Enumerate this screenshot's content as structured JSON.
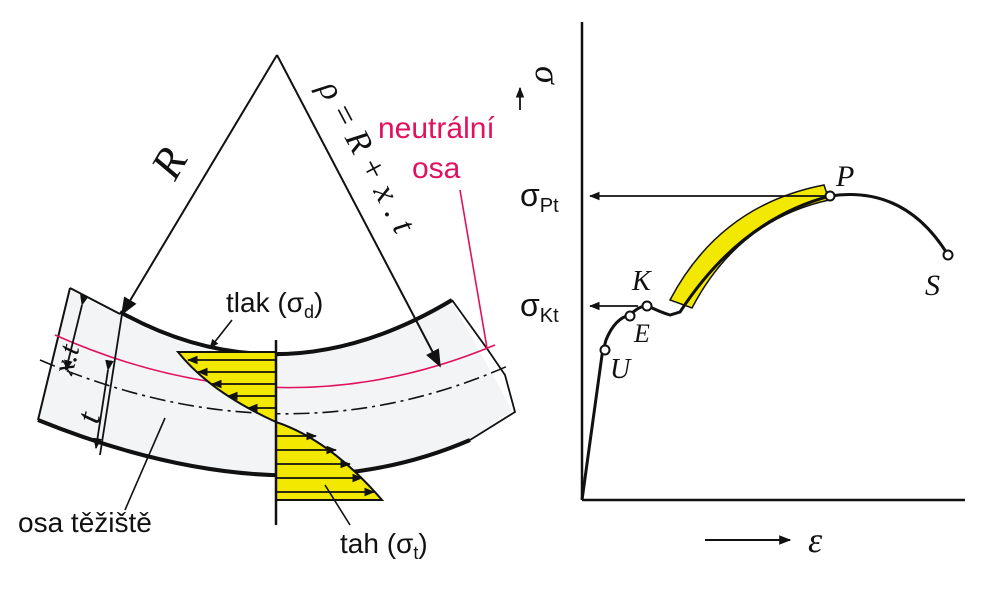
{
  "colors": {
    "ink": "#111111",
    "stress_fill": "#f3e800",
    "neutral_axis": "#e0115f",
    "band": "#f3e800"
  },
  "bending": {
    "radius_label": "R",
    "rho_label": "ρ = R + x . t",
    "neutral_axis_label_1": "neutrální",
    "neutral_axis_label_2": "osa",
    "compression_label": "tlak (σ",
    "compression_sub": "d",
    "tension_label": "tah (σ",
    "tension_sub": "t",
    "xt_label": "x.t",
    "t_label": "t",
    "centroid_axis_label": "osa těžiště"
  },
  "stress_strain": {
    "y_axis_label": "σ",
    "x_axis_label": "ε",
    "sigma_pt_label": "σ",
    "sigma_pt_sub": "Pt",
    "sigma_kt_label": "σ",
    "sigma_kt_sub": "Kt",
    "points": {
      "U": "U",
      "E": "E",
      "K": "K",
      "P": "P",
      "S": "S"
    }
  }
}
